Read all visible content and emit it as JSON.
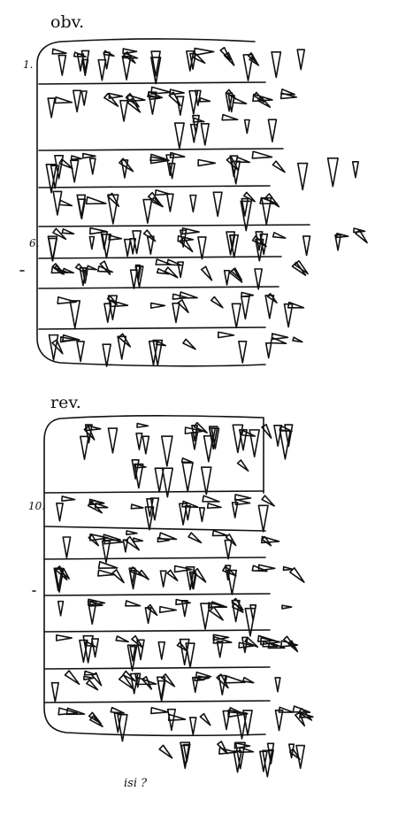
{
  "labels": {
    "obverse": "obv.",
    "reverse": "rev."
  },
  "line_numbers": {
    "first": "1.",
    "sixth": "6.",
    "tenth": "10."
  },
  "annotation": "isi ?",
  "colors": {
    "ink": "#111111",
    "paper": "#ffffff"
  }
}
